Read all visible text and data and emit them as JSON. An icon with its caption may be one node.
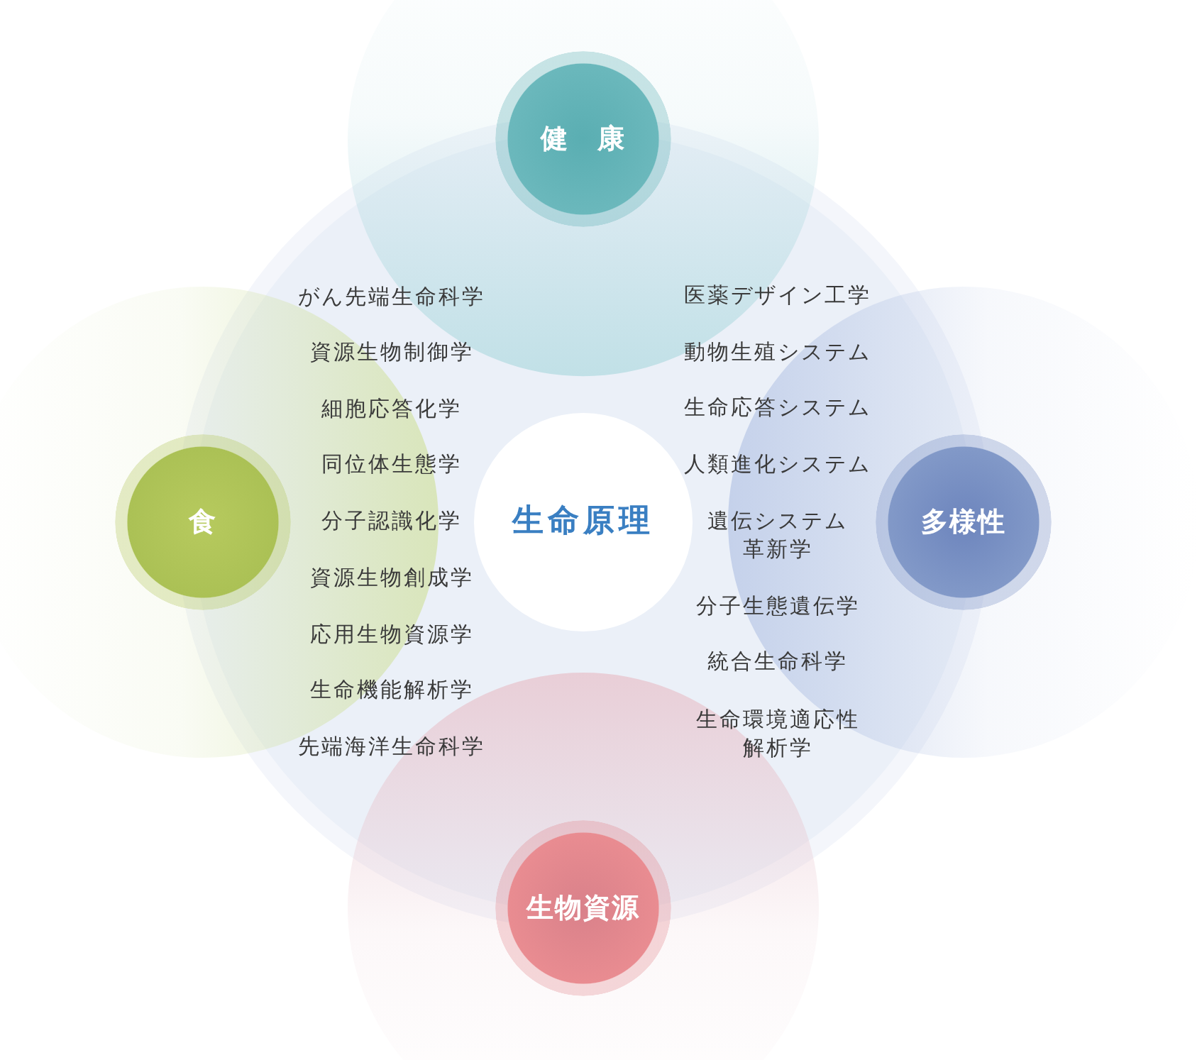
{
  "diagram": {
    "nodes": [
      {
        "text": [
          "健　康"
        ]
      },
      {
        "text": [
          "食"
        ]
      },
      {
        "text": [
          "生命原理"
        ]
      },
      {
        "text": [
          "多様性"
        ]
      },
      {
        "text": [
          "生物資源"
        ]
      }
    ],
    "labels": [
      "がん先端生命科学",
      "資源生物制御学",
      "細胞応答化学",
      "同位体生態学",
      "分子認識化学",
      "資源生物創成学",
      "応用生物資源学",
      "生命機能解析学",
      "先端海洋生命科学",
      "医薬デザイン工学",
      "動物生殖システム",
      "生命応答システム",
      "人類進化システム",
      "遺伝システム革新学",
      "分子生態遺伝学",
      "統合生命科学",
      "生命環境適応性解析学"
    ]
  }
}
